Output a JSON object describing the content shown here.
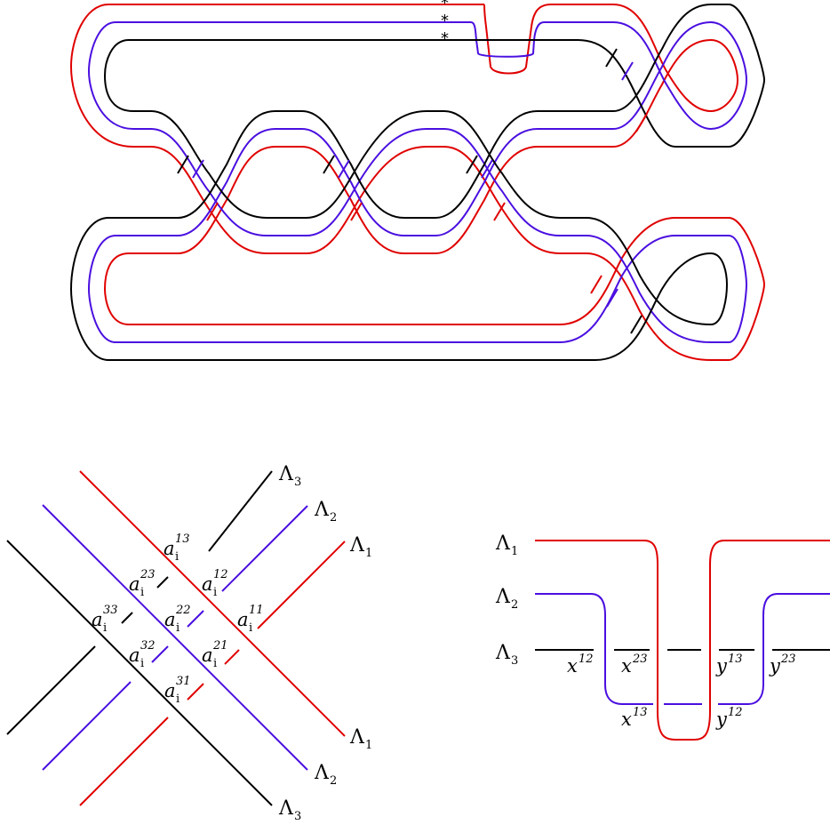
{
  "colors": {
    "strand_1": "#e00000",
    "strand_2": "#4a0fe0",
    "strand_3": "#000000"
  },
  "basepoint_marks": [
    "*",
    "*",
    "*"
  ],
  "crossing_diagram": {
    "strand_labels": [
      {
        "base": "Λ",
        "sub": "3"
      },
      {
        "base": "Λ",
        "sub": "2"
      },
      {
        "base": "Λ",
        "sub": "1"
      },
      {
        "base": "Λ",
        "sub": "1"
      },
      {
        "base": "Λ",
        "sub": "2"
      },
      {
        "base": "Λ",
        "sub": "3"
      }
    ],
    "generators": [
      {
        "base": "a",
        "sub": "i",
        "sup": "13"
      },
      {
        "base": "a",
        "sub": "i",
        "sup": "23"
      },
      {
        "base": "a",
        "sub": "i",
        "sup": "12"
      },
      {
        "base": "a",
        "sub": "i",
        "sup": "33"
      },
      {
        "base": "a",
        "sub": "i",
        "sup": "22"
      },
      {
        "base": "a",
        "sub": "i",
        "sup": "11"
      },
      {
        "base": "a",
        "sub": "i",
        "sup": "32"
      },
      {
        "base": "a",
        "sub": "i",
        "sup": "21"
      },
      {
        "base": "a",
        "sub": "i",
        "sup": "31"
      }
    ]
  },
  "dip_diagram": {
    "strand_labels": [
      {
        "base": "Λ",
        "sub": "1"
      },
      {
        "base": "Λ",
        "sub": "2"
      },
      {
        "base": "Λ",
        "sub": "3"
      }
    ],
    "generators": [
      {
        "base": "x",
        "sup": "12"
      },
      {
        "base": "x",
        "sup": "23"
      },
      {
        "base": "y",
        "sup": "13"
      },
      {
        "base": "y",
        "sup": "23"
      },
      {
        "base": "x",
        "sup": "13"
      },
      {
        "base": "y",
        "sup": "12"
      }
    ]
  }
}
